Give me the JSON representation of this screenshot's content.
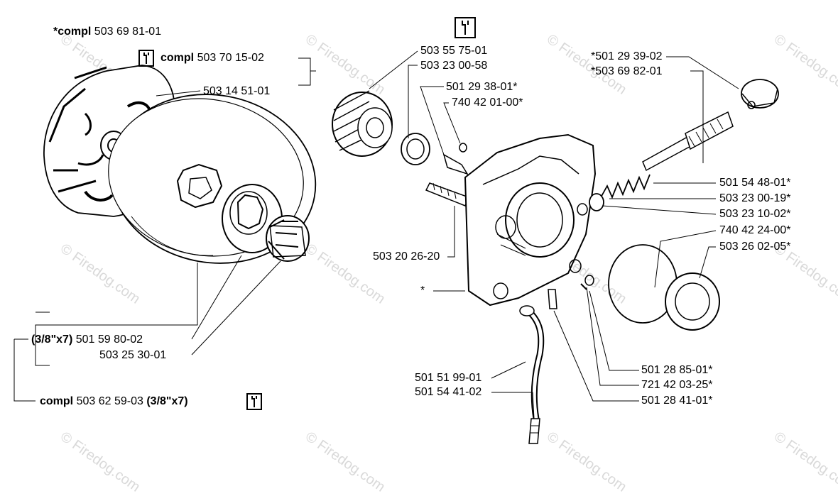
{
  "watermark": "© Firedog.com",
  "labels": {
    "compl_69_81": {
      "prefix": "*compl",
      "num": "503 69 81-01"
    },
    "compl_70_15": {
      "prefix": "compl",
      "num": "503 70 15-02"
    },
    "p_14_51": "503 14 51-01",
    "p_59_80": {
      "prefix": "(3/8\"x7)",
      "num": "501 59 80-02"
    },
    "p_25_30": "503 25 30-01",
    "compl_62_59": {
      "prefix": "compl",
      "num": "503 62 59-03",
      "suffix": "(3/8\"x7)"
    },
    "p_55_75": "503 55 75-01",
    "p_23_00_58": "503 23 00-58",
    "p_29_38": "501 29 38-01*",
    "p_42_01": "740 42 01-00*",
    "p_20_26": "503 20 26-20",
    "asterisk": "*",
    "p_29_39": "*501 29 39-02",
    "p_69_82": "*503 69 82-01",
    "p_54_48": "501 54 48-01*",
    "p_23_00_19": "503 23 00-19*",
    "p_23_10": "503 23 10-02*",
    "p_42_24": "740  42 24-00*",
    "p_26_02": "503 26 02-05*",
    "p_28_85": "501 28 85-01*",
    "p_42_03": "721 42 03-25*",
    "p_28_41": "501 28 41-01*",
    "p_51_99": "501 51 99-01",
    "p_54_41": "501 54 41-02"
  }
}
